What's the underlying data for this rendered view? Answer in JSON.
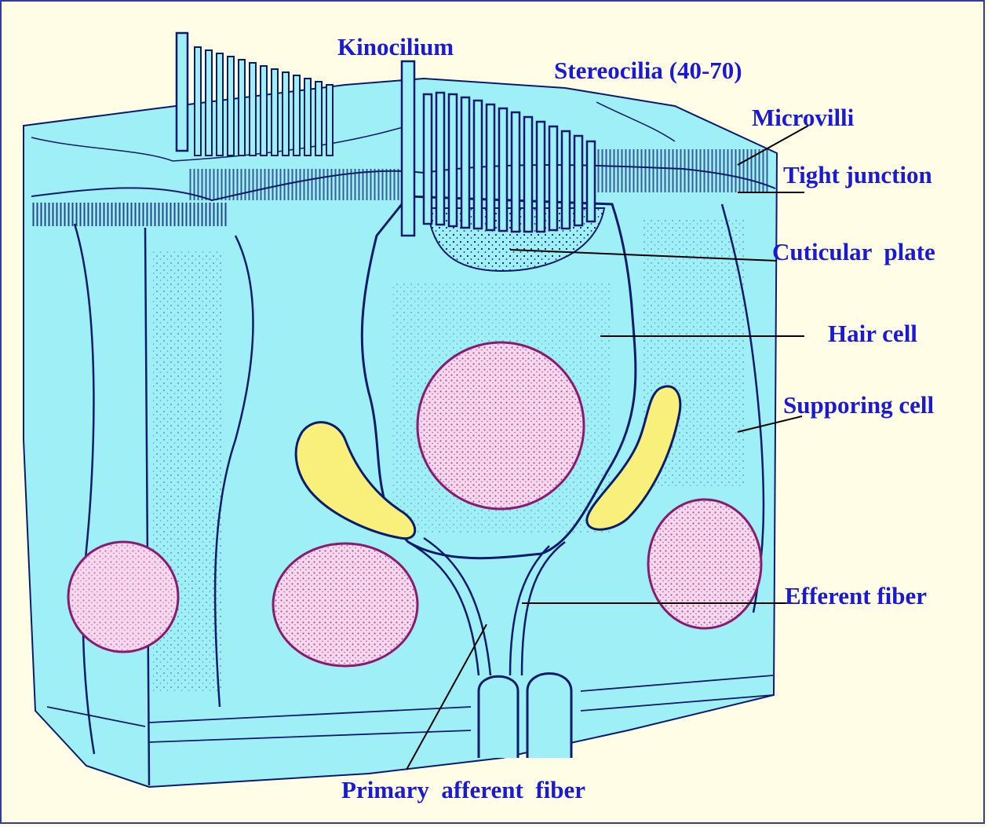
{
  "labels": {
    "kinocilium": "Kinocilium",
    "stereocilia": "Stereocilia (40-70)",
    "microvilli": "Microvilli",
    "tight_junction": "Tight junction",
    "cuticular_plate": "Cuticular  plate",
    "hair_cell": "Hair cell",
    "supporting_cell": "Supporing cell",
    "efferent_fiber": "Efferent fiber",
    "primary_afferent_fiber": "Primary  afferent  fiber"
  },
  "colors": {
    "background": "#fffde6",
    "tissue": "#9ff0f6",
    "outline": "#0d1b6e",
    "label_text": "#1a1ad6",
    "nucleus_fill": "#f8d8ee",
    "nucleus_stipple": "#8a1a6e",
    "efferent_ending": "#f8f07a",
    "frame_border": "#2d3f9e"
  }
}
